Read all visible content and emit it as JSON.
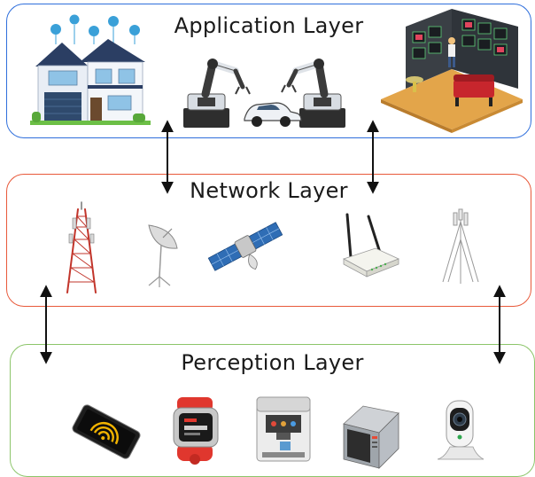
{
  "layers": {
    "application": {
      "title": "Application Layer"
    },
    "network": {
      "title": "Network Layer"
    },
    "perception": {
      "title": "Perception Layer"
    }
  },
  "colors": {
    "application_border": "#2f6fdc",
    "network_border": "#e8593a",
    "perception_border": "#8cc56a",
    "arrow": "#111111"
  },
  "icons": {
    "application": [
      "smart-home-icon",
      "robotic-car-assembly-icon",
      "virtual-reality-room-icon"
    ],
    "network": [
      "cell-tower-icon",
      "satellite-dish-icon",
      "satellite-icon",
      "wifi-router-icon",
      "antenna-mast-icon"
    ],
    "perception": [
      "smartphone-wifi-icon",
      "smartwatch-icon",
      "coffee-machine-icon",
      "microwave-icon",
      "security-camera-icon"
    ]
  }
}
